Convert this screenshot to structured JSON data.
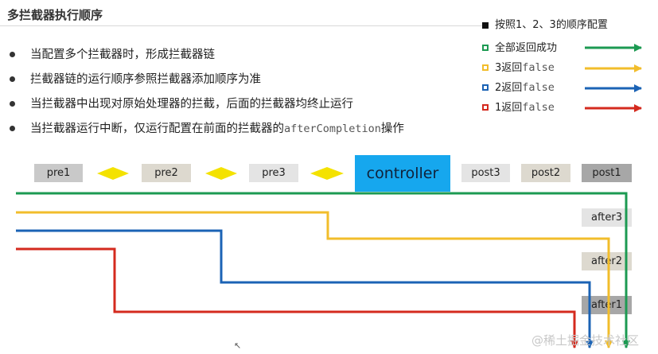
{
  "title": "多拦截器执行顺序",
  "bullets": [
    {
      "pre": "当配置多个拦截器时，形成拦截器链",
      "code": "",
      "post": ""
    },
    {
      "pre": "拦截器链的运行顺序参照拦截器添加顺序为准",
      "code": "",
      "post": ""
    },
    {
      "pre": "当拦截器中出现对原始处理器的拦截，后面的拦截器均终止运行",
      "code": "",
      "post": ""
    },
    {
      "pre": "当拦截器运行中断，仅运行配置在前面的拦截器的",
      "code": "afterCompletion",
      "post": "操作"
    }
  ],
  "legend": {
    "header": "按照1、2、3的顺序配置",
    "header_color": "#111111",
    "items": [
      {
        "prefix": "全部返回成功",
        "code": "",
        "color": "#1c9a52"
      },
      {
        "prefix": "3返回",
        "code": "false",
        "color": "#f2bd2b"
      },
      {
        "prefix": "2返回",
        "code": "false",
        "color": "#1b63b5"
      },
      {
        "prefix": "1返回",
        "code": "false",
        "color": "#d42a1e"
      }
    ]
  },
  "flow": {
    "pre1": "pre1",
    "pre2": "pre2",
    "pre3": "pre3",
    "controller": "controller",
    "post3": "post3",
    "post2": "post2",
    "post1": "post1",
    "after3": "after3",
    "after2": "after2",
    "after1": "after1",
    "arrow_color": "#f4e200",
    "controller_color": "#16a7ee"
  },
  "watermark": "@稀土掘金技术社区"
}
